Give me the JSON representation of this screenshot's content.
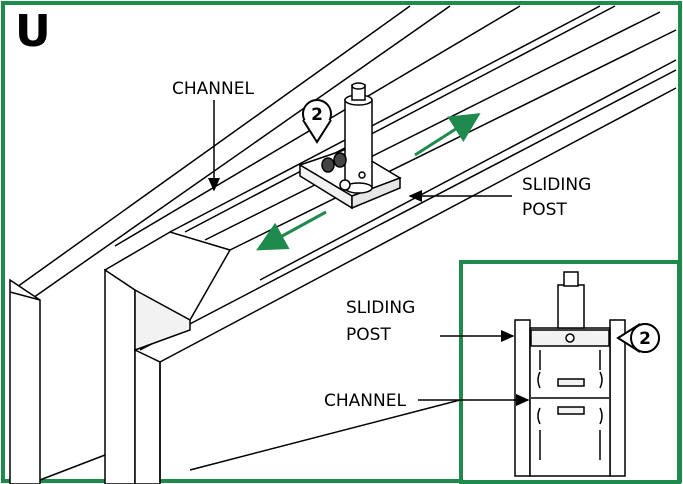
{
  "step_letter": "U",
  "labels": {
    "channel_main": "CHANNEL",
    "sliding_post_main_line1": "SLIDING",
    "sliding_post_main_line2": "POST",
    "sliding_post_inset_line1": "SLIDING",
    "sliding_post_inset_line2": "POST",
    "channel_inset": "CHANNEL"
  },
  "callouts": {
    "main_number": "2",
    "inset_number": "2"
  },
  "colors": {
    "frame_green": "#1e8a4c",
    "arrow_green": "#1e8a4c",
    "line": "#000000",
    "fill_light": "#ffffff",
    "fill_gray": "#f2f2f2"
  }
}
